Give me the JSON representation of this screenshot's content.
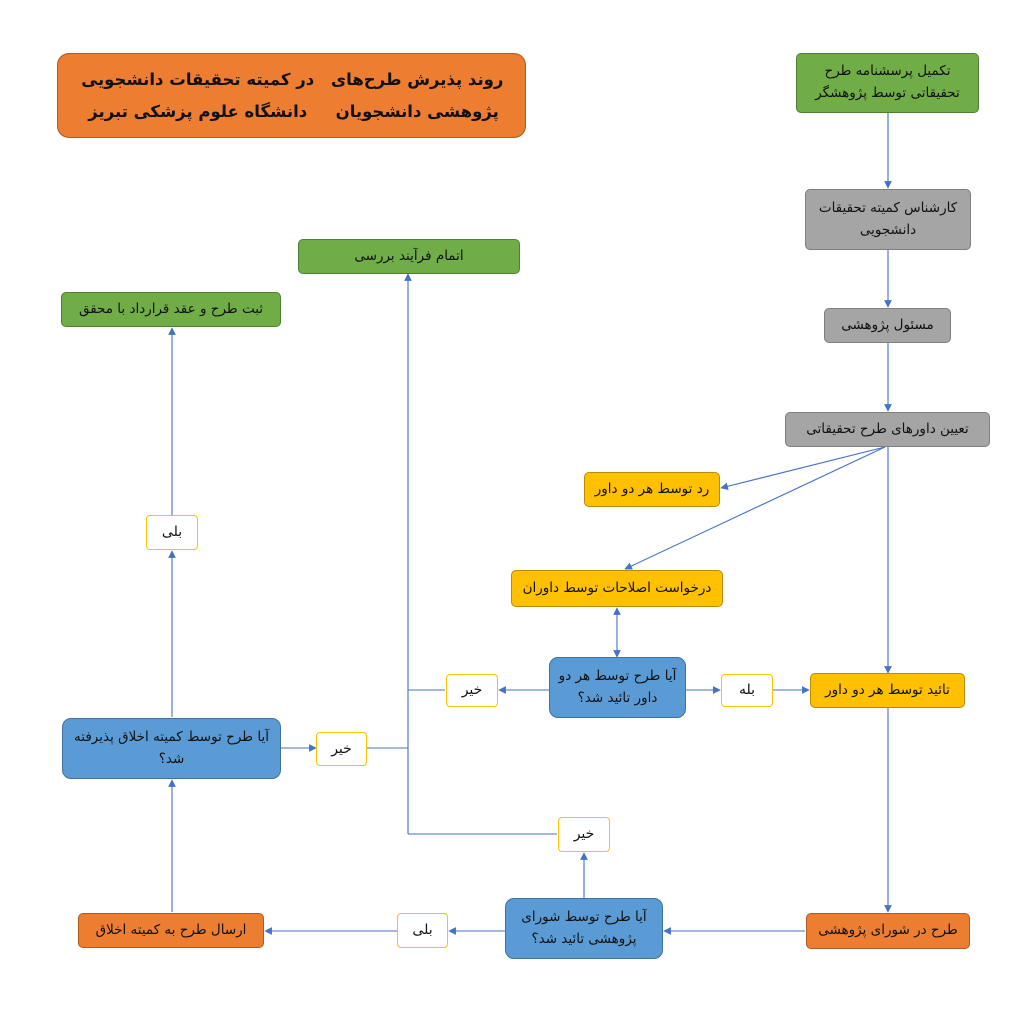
{
  "title": {
    "line1": "روند پذیرش طرح‌های پژوهشی دانشجویان",
    "line2": "در کمیته تحقیقات دانشجویی دانشگاه علوم پزشکی تبریز"
  },
  "nodes": {
    "complete_questionnaire": "تکمیل پرسشنامه طرح تحقیقاتی توسط پژوهشگر",
    "committee_expert": "کارشناس کمیته تحقیقات دانشجویی",
    "research_officer": "مسئول پژوهشی",
    "assign_reviewers": "تعیین داورهای طرح تحقیقاتی",
    "rejected_by_both": "رد توسط هر دو داور",
    "revision_request": "درخواست اصلاحات توسط داوران",
    "approved_by_both_q": "آیا طرح توسط هر دو داور تائید شد؟",
    "approved_by_both": "تائید توسط هر دو داور",
    "research_council": "طرح در شورای پژوهشی",
    "council_approved_q": "آیا طرح توسط شورای پژوهشی تائید شد؟",
    "send_to_ethics": "ارسال طرح به کمیته اخلاق",
    "ethics_accepted_q": "آیا طرح توسط کمیته اخلاق پذیرفته شد؟",
    "register_contract": "ثبت طرح و عقد قرارداد با محقق",
    "end_review": "اتمام فرآیند بررسی"
  },
  "labels": {
    "yes_reviewers": "بله",
    "no_reviewers": "خیر",
    "no_ethics": "خیر",
    "no_council": "خیر",
    "yes_council": "بلی",
    "yes_ethics": "بلی"
  },
  "colors": {
    "green": "#70ad47",
    "gray": "#a5a5a5",
    "yellow": "#ffc000",
    "orange": "#ed7d31",
    "blue": "#5b9bd5",
    "connector": "#4472c4"
  }
}
